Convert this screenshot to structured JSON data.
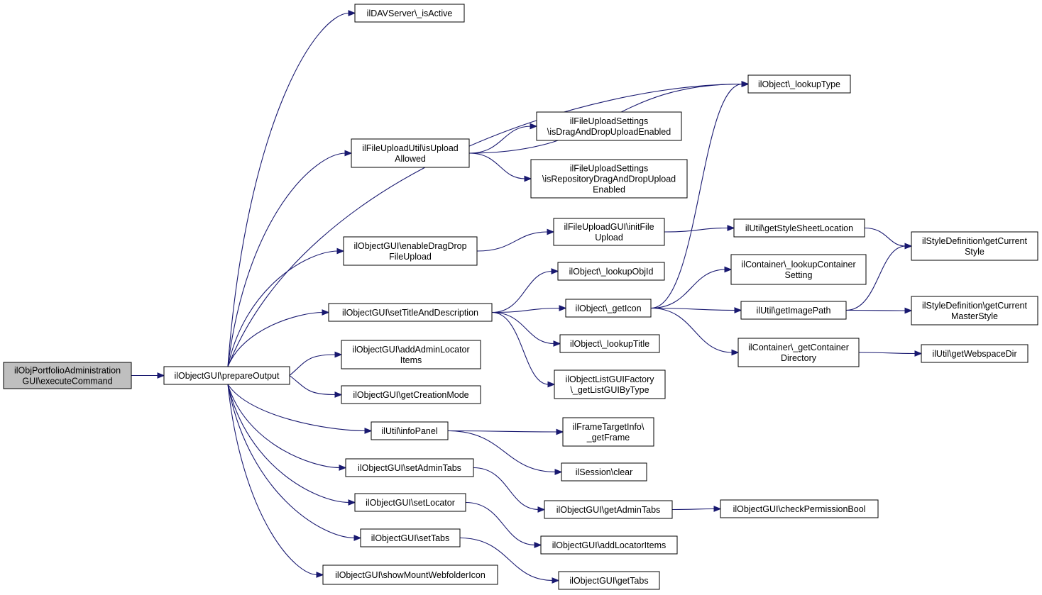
{
  "nodes": {
    "root": [
      "ilObjPortfolioAdministration",
      "GUI\\executeCommand"
    ],
    "prepareOutput": [
      "ilObjectGUI\\prepareOutput"
    ],
    "isActive": [
      "ilDAVServer\\_isActive"
    ],
    "lookupType": [
      "ilObject\\_lookupType"
    ],
    "isUploadAllowed": [
      "ilFileUploadUtil\\isUpload",
      "Allowed"
    ],
    "isDragAndDrop": [
      "ilFileUploadSettings",
      "\\isDragAndDropUploadEnabled"
    ],
    "isRepoDragAndDrop": [
      "ilFileUploadSettings",
      "\\isRepositoryDragAndDropUpload",
      "Enabled"
    ],
    "enableDragDrop": [
      "ilObjectGUI\\enableDragDrop",
      "FileUpload"
    ],
    "initFileUpload": [
      "ilFileUploadGUI\\initFile",
      "Upload"
    ],
    "getStyleSheetLocation": [
      "ilUtil\\getStyleSheetLocation"
    ],
    "getCurrentStyle": [
      "ilStyleDefinition\\getCurrent",
      "Style"
    ],
    "lookupObjId": [
      "ilObject\\_lookupObjId"
    ],
    "lookupContainerSetting": [
      "ilContainer\\_lookupContainer",
      "Setting"
    ],
    "setTitleAndDescription": [
      "ilObjectGUI\\setTitleAndDescription"
    ],
    "getIcon": [
      "ilObject\\_getIcon"
    ],
    "getImagePath": [
      "ilUtil\\getImagePath"
    ],
    "getCurrentMasterStyle": [
      "ilStyleDefinition\\getCurrent",
      "MasterStyle"
    ],
    "lookupTitle": [
      "ilObject\\_lookupTitle"
    ],
    "getContainerDirectory": [
      "ilContainer\\_getContainer",
      "Directory"
    ],
    "getWebspaceDir": [
      "ilUtil\\getWebspaceDir"
    ],
    "addAdminLocatorItems": [
      "ilObjectGUI\\addAdminLocator",
      "Items"
    ],
    "getListGUIByType": [
      "ilObjectListGUIFactory",
      "\\_getListGUIByType"
    ],
    "getCreationMode": [
      "ilObjectGUI\\getCreationMode"
    ],
    "infoPanel": [
      "ilUtil\\infoPanel"
    ],
    "getFrame": [
      "ilFrameTargetInfo\\",
      "_getFrame"
    ],
    "sessionClear": [
      "ilSession\\clear"
    ],
    "setAdminTabs": [
      "ilObjectGUI\\setAdminTabs"
    ],
    "getAdminTabs": [
      "ilObjectGUI\\getAdminTabs"
    ],
    "checkPermissionBool": [
      "ilObjectGUI\\checkPermissionBool"
    ],
    "setLocator": [
      "ilObjectGUI\\setLocator"
    ],
    "addLocatorItems": [
      "ilObjectGUI\\addLocatorItems"
    ],
    "setTabs": [
      "ilObjectGUI\\setTabs"
    ],
    "getTabs": [
      "ilObjectGUI\\getTabs"
    ],
    "showMountWebfolderIcon": [
      "ilObjectGUI\\showMountWebfolderIcon"
    ]
  },
  "edges": [
    [
      "root",
      "prepareOutput"
    ],
    [
      "prepareOutput",
      "isActive"
    ],
    [
      "prepareOutput",
      "lookupType"
    ],
    [
      "prepareOutput",
      "isUploadAllowed"
    ],
    [
      "prepareOutput",
      "enableDragDrop"
    ],
    [
      "prepareOutput",
      "setTitleAndDescription"
    ],
    [
      "prepareOutput",
      "addAdminLocatorItems"
    ],
    [
      "prepareOutput",
      "getCreationMode"
    ],
    [
      "prepareOutput",
      "infoPanel"
    ],
    [
      "prepareOutput",
      "setAdminTabs"
    ],
    [
      "prepareOutput",
      "setLocator"
    ],
    [
      "prepareOutput",
      "setTabs"
    ],
    [
      "prepareOutput",
      "showMountWebfolderIcon"
    ],
    [
      "isUploadAllowed",
      "lookupType"
    ],
    [
      "isUploadAllowed",
      "isDragAndDrop"
    ],
    [
      "isUploadAllowed",
      "isRepoDragAndDrop"
    ],
    [
      "enableDragDrop",
      "initFileUpload"
    ],
    [
      "initFileUpload",
      "getStyleSheetLocation"
    ],
    [
      "getStyleSheetLocation",
      "getCurrentStyle"
    ],
    [
      "setTitleAndDescription",
      "lookupObjId"
    ],
    [
      "setTitleAndDescription",
      "getIcon"
    ],
    [
      "setTitleAndDescription",
      "lookupTitle"
    ],
    [
      "setTitleAndDescription",
      "getListGUIByType"
    ],
    [
      "getIcon",
      "lookupType"
    ],
    [
      "getIcon",
      "lookupContainerSetting"
    ],
    [
      "getIcon",
      "getImagePath"
    ],
    [
      "getIcon",
      "getContainerDirectory"
    ],
    [
      "getImagePath",
      "getCurrentStyle"
    ],
    [
      "getImagePath",
      "getCurrentMasterStyle"
    ],
    [
      "getContainerDirectory",
      "getWebspaceDir"
    ],
    [
      "infoPanel",
      "getFrame"
    ],
    [
      "infoPanel",
      "sessionClear"
    ],
    [
      "setAdminTabs",
      "getAdminTabs"
    ],
    [
      "getAdminTabs",
      "checkPermissionBool"
    ],
    [
      "setLocator",
      "addLocatorItems"
    ],
    [
      "setTabs",
      "getTabs"
    ]
  ]
}
